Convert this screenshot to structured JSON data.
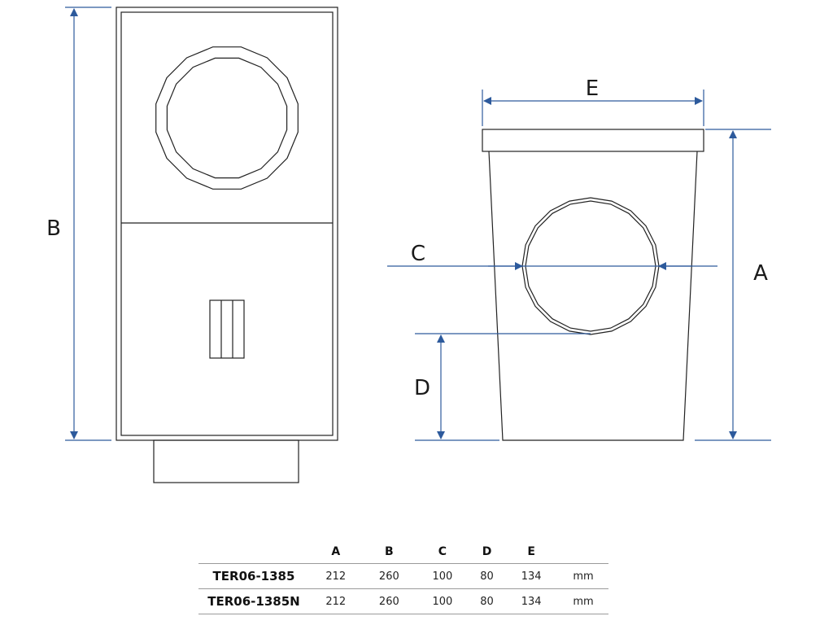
{
  "labels": {
    "a": "A",
    "b": "B",
    "c": "C",
    "d": "D",
    "e": "E"
  },
  "colors": {
    "dimension_line": "#2d5a9c",
    "outline": "#222222"
  },
  "table": {
    "headers": [
      "",
      "A",
      "B",
      "C",
      "D",
      "E",
      ""
    ],
    "rows": [
      {
        "model": "TER06-1385",
        "a": "212",
        "b": "260",
        "c": "100",
        "d": "80",
        "e": "134",
        "unit": "mm"
      },
      {
        "model": "TER06-1385N",
        "a": "212",
        "b": "260",
        "c": "100",
        "d": "80",
        "e": "134",
        "unit": "mm"
      }
    ]
  }
}
